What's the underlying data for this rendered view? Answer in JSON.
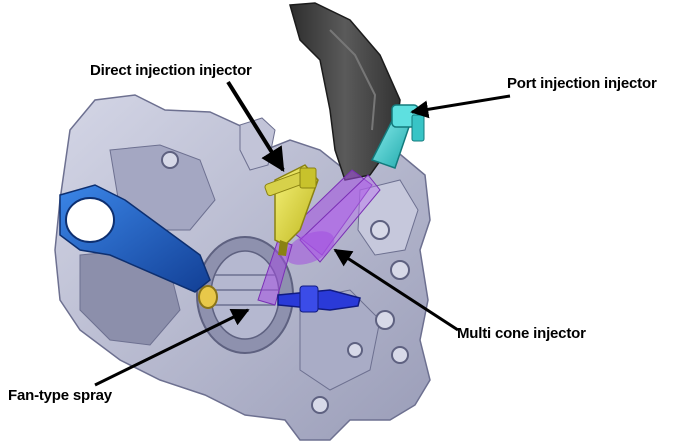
{
  "labels": {
    "direct_injection": "Direct injection injector",
    "port_injection": "Port injection injector",
    "multi_cone": "Multi cone injector",
    "fan_spray": "Fan-type spray"
  },
  "colors": {
    "engine_block": "#b9bcd3",
    "engine_shadow": "#7f839f",
    "intake_runner": "#4a4a4a",
    "connecting_rod": "#1f5fc4",
    "direct_injector": "#e6e23a",
    "port_injector": "#3ad2d2",
    "spray_cone": "#a24ee0",
    "multi_cone_injector": "#2a3ad8",
    "arrow": "#000000"
  }
}
